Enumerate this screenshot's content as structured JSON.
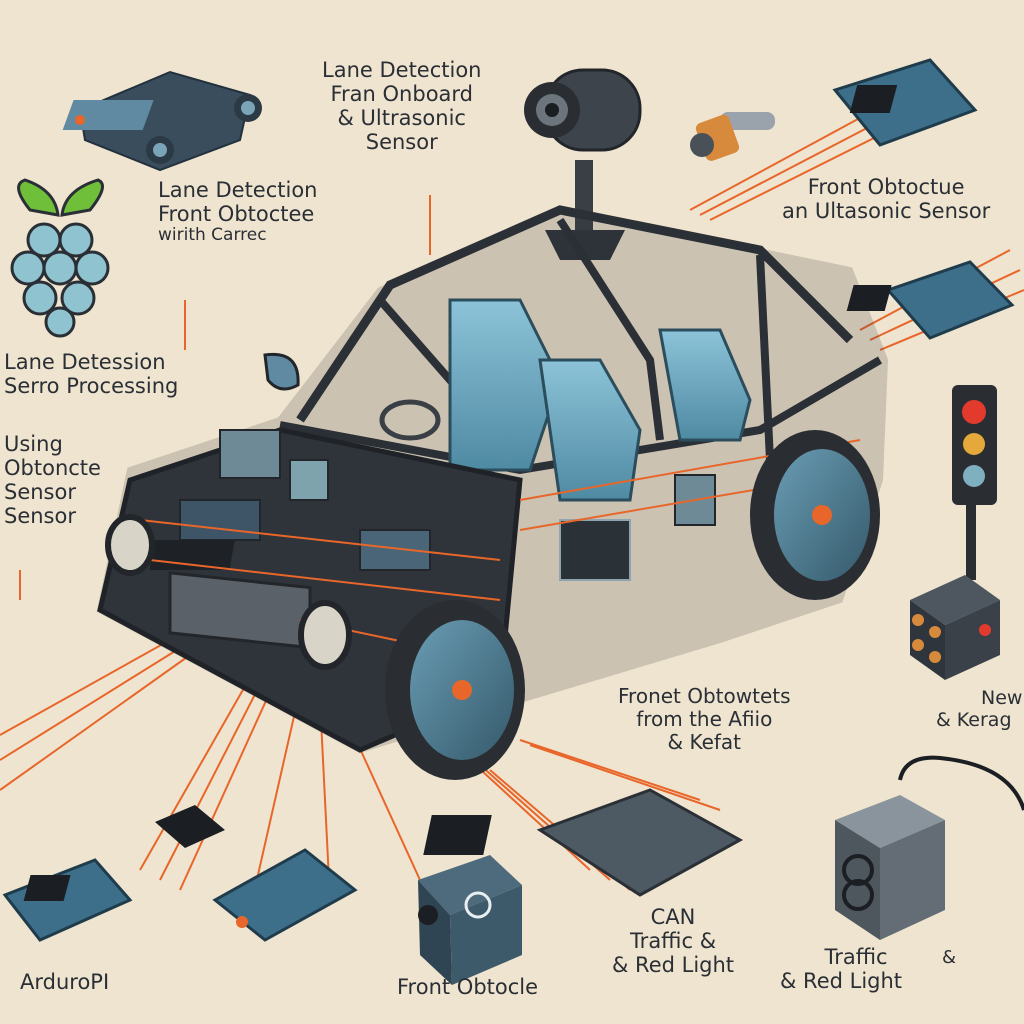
{
  "labels": {
    "top_center": [
      "Lane Detection",
      "Fran Onboard",
      "& Ultrasonic",
      "Sensor"
    ],
    "left_upper": [
      "Lane Detection",
      "Front Obtoctee",
      "wirith  Carrec"
    ],
    "left_mid": [
      "Lane Detession",
      "Serro Processing"
    ],
    "left_lower": [
      "Using",
      "Obtoncte",
      "Sensor",
      "Sensor"
    ],
    "right_upper": [
      "Front Obtoctue",
      "an Ultasonic Sensor"
    ],
    "right_mid": [
      "Fronet Obtowtets",
      "from the Afiio",
      "& Kefat"
    ],
    "right_far": [
      "New",
      "& Kerag"
    ],
    "bottom_1": "ArduroPI",
    "bottom_2": "Front Obtocle",
    "bottom_3": [
      "CAN",
      "Traffic &",
      "& Red Light"
    ],
    "bottom_4": [
      "Traffic",
      "& Red Light"
    ],
    "bottom_5": "&"
  },
  "colors": {
    "background": "#efe4cf",
    "wire": "#e8662a",
    "body": "#2b2f36",
    "seat": "#6ea8c2",
    "tire": "#3f6f86",
    "board": "#3d6f8a",
    "raspberry_leaf": "#6fbf3a",
    "raspberry_fruit": "#8fc3cf",
    "traffic_red": "#e23b2e",
    "traffic_yellow": "#e6a83a",
    "traffic_green": "#7fb0c0"
  }
}
